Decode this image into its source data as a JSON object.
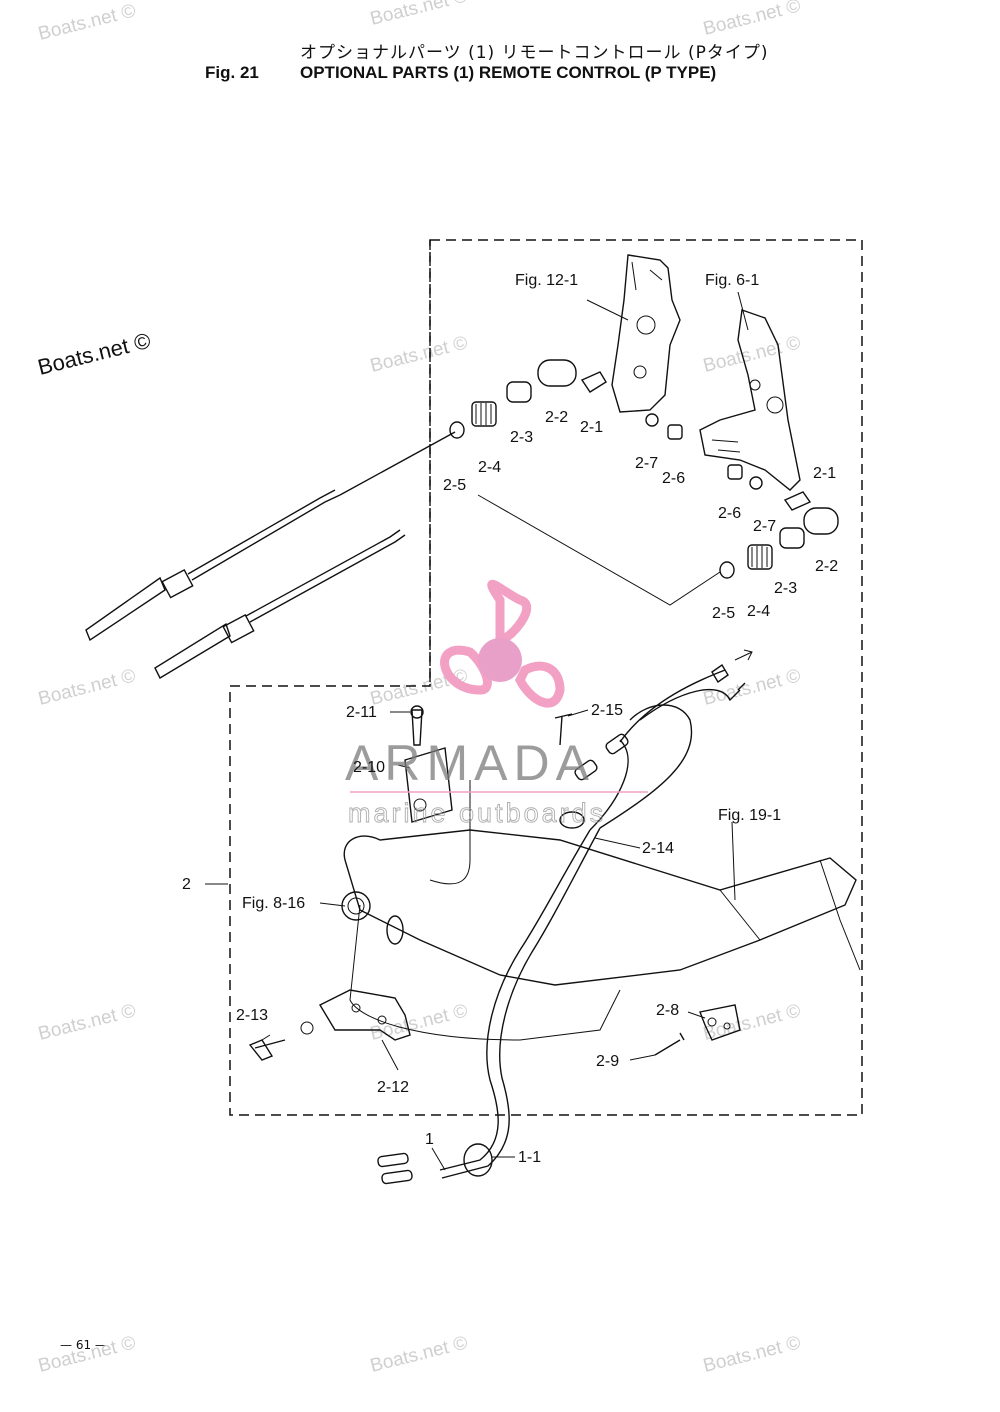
{
  "title_jp": "オプショナルパーツ (1) リモートコントロール (Pタイプ)",
  "fig_no": "Fig. 21",
  "title_en": "OPTIONAL PARTS (1) REMOTE CONTROL (P TYPE)",
  "page_no": "— 61 —",
  "watermark": "Boats.net ©",
  "brand": {
    "name": "ARMADA",
    "tagline": "marine outboards",
    "logo_color": "#f2a0c4",
    "hub_color": "#e8a0c8"
  },
  "labels": {
    "fig12_1": "Fig. 12-1",
    "fig6_1": "Fig. 6-1",
    "fig19_1": "Fig. 19-1",
    "fig8_16": "Fig. 8-16",
    "p1": "1",
    "p1_1": "1-1",
    "p2": "2",
    "p2_1a": "2-1",
    "p2_2a": "2-2",
    "p2_3a": "2-3",
    "p2_4a": "2-4",
    "p2_5a": "2-5",
    "p2_6a": "2-6",
    "p2_7a": "2-7",
    "p2_1b": "2-1",
    "p2_2b": "2-2",
    "p2_3b": "2-3",
    "p2_4b": "2-4",
    "p2_5b": "2-5",
    "p2_6b": "2-6",
    "p2_7b": "2-7",
    "p2_8": "2-8",
    "p2_9": "2-9",
    "p2_10": "2-10",
    "p2_11": "2-11",
    "p2_12": "2-12",
    "p2_13": "2-13",
    "p2_14": "2-14",
    "p2_15": "2-15"
  }
}
